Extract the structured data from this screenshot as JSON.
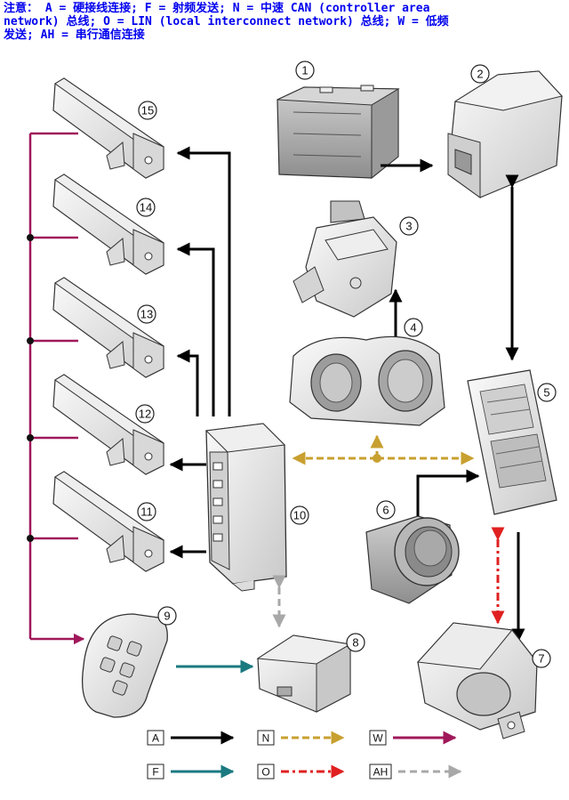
{
  "note": {
    "line1": "注意： A = 硬接线连接; F = 射频发送; N = 中速 CAN (controller area",
    "line2": "network) 总线; O = LIN (local interconnect network) 总线; W = 低频",
    "line3": "发送; AH = 串行通信连接"
  },
  "components": [
    {
      "number": "1",
      "icon": "battery-icon"
    },
    {
      "number": "2",
      "icon": "module-housing-icon"
    },
    {
      "number": "3",
      "icon": "steering-column-lock-icon"
    },
    {
      "number": "4",
      "icon": "instrument-cluster-icon"
    },
    {
      "number": "5",
      "icon": "fuse-box-icon"
    },
    {
      "number": "6",
      "icon": "start-stop-button-icon"
    },
    {
      "number": "7",
      "icon": "receiver-module-icon"
    },
    {
      "number": "8",
      "icon": "rf-receiver-icon"
    },
    {
      "number": "9",
      "icon": "smart-key-icon"
    },
    {
      "number": "10",
      "icon": "keyless-control-module-icon"
    },
    {
      "number": "11",
      "icon": "antenna-icon"
    },
    {
      "number": "12",
      "icon": "antenna-icon"
    },
    {
      "number": "13",
      "icon": "antenna-icon"
    },
    {
      "number": "14",
      "icon": "antenna-icon"
    },
    {
      "number": "15",
      "icon": "antenna-icon"
    }
  ],
  "legend": [
    {
      "code": "A",
      "color": "#000000",
      "style": "solid"
    },
    {
      "code": "N",
      "color": "#c8a030",
      "style": "dotted"
    },
    {
      "code": "W",
      "color": "#a0185a",
      "style": "solid"
    },
    {
      "code": "F",
      "color": "#1a7a80",
      "style": "solid"
    },
    {
      "code": "O",
      "color": "#e02020",
      "style": "dash-dot"
    },
    {
      "code": "AH",
      "color": "#a8a8a8",
      "style": "dashed"
    }
  ]
}
